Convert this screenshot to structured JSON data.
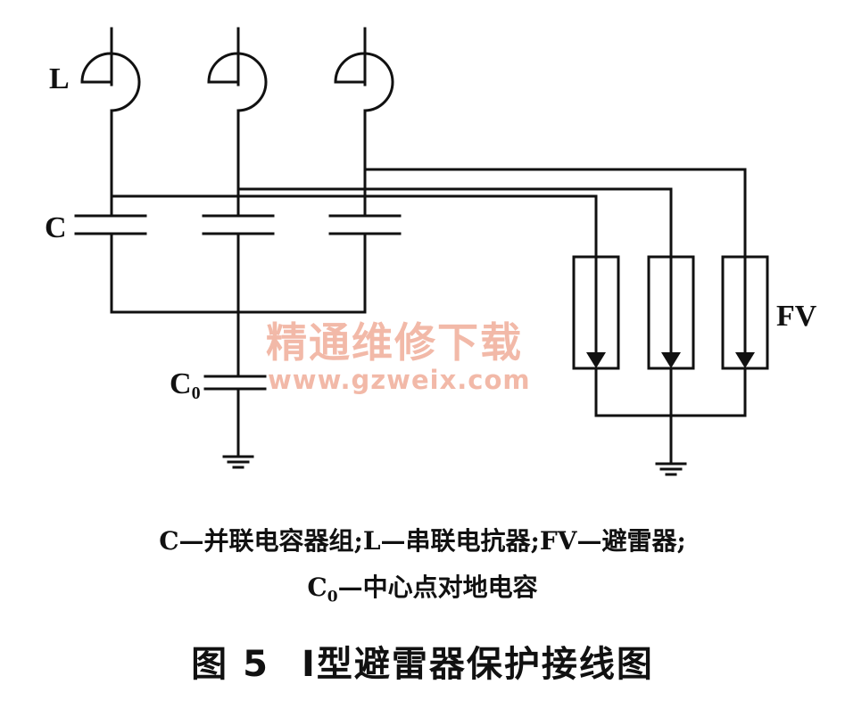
{
  "labels": {
    "reactor": "L",
    "capacitor": "C",
    "neutral_cap_main": "C",
    "neutral_cap_sub": "0",
    "arrester": "FV"
  },
  "watermark": {
    "chinese": "精通维修下载",
    "url": "www.gzweix.com"
  },
  "legend": {
    "line1": "C—并联电容器组;L—串联电抗器;FV—避雷器;",
    "line2_main": "C",
    "line2_sub": "0",
    "line2_rest": "—中心点对地电容"
  },
  "caption": {
    "figure": "图 5",
    "title": "Ⅰ型避雷器保护接线图"
  }
}
